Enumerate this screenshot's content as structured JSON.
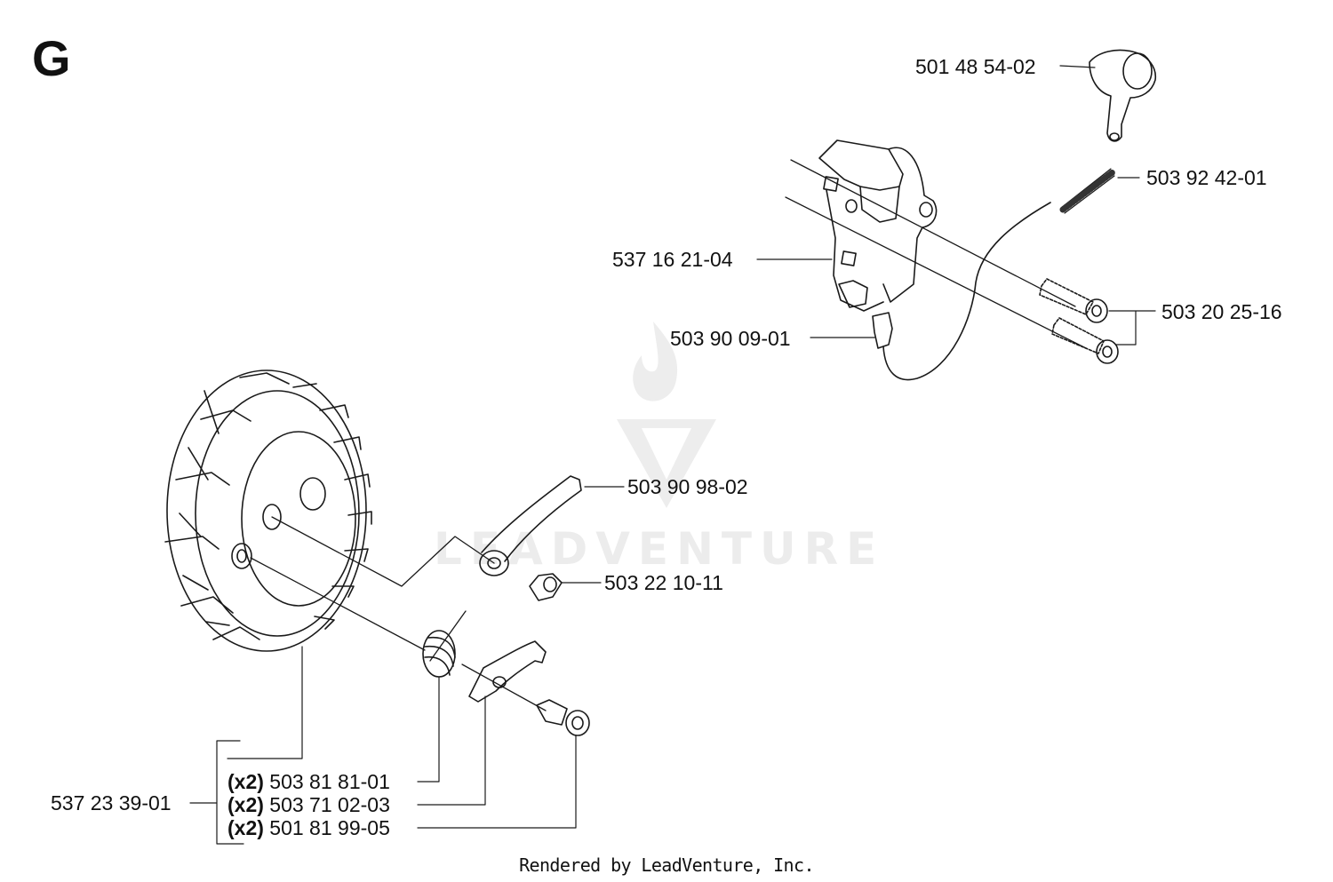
{
  "section_letter": "G",
  "footer": "Rendered by LeadVenture, Inc.",
  "watermark": "LEADVENTURE",
  "part_labels": {
    "spark_cap": "501 48 54-02",
    "spring": "503 92 42-01",
    "ignition_module": "537 16 21-04",
    "cable": "503 90 09-01",
    "screws_module": "503 20 25-16",
    "lever": "503 90 98-02",
    "nut": "503 22 10-11",
    "flywheel": "537 23 39-01",
    "pawl_spring": "503 81 81-01",
    "pawl": "503 71 02-03",
    "pawl_screw": "501 81 99-05"
  },
  "quantities": {
    "pawl_spring": "(x2)",
    "pawl": "(x2)",
    "pawl_screw": "(x2)"
  }
}
